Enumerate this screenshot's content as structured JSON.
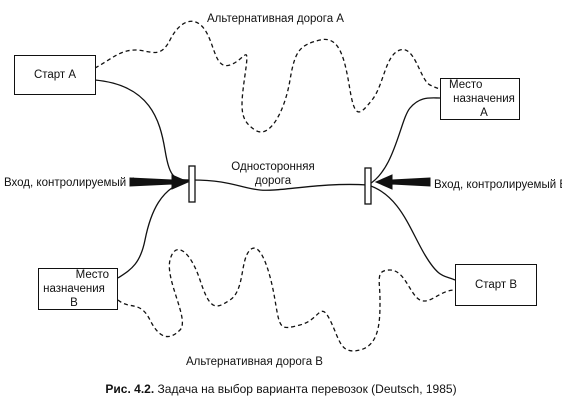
{
  "boxes": {
    "start_a": "Старт A",
    "dest_a_line1": "Место",
    "dest_a_line2": "назначения A",
    "dest_b_line1": "Место",
    "dest_b_line2": "назначения B",
    "start_b": "Старт B"
  },
  "labels": {
    "alt_road_a": "Альтернативная дорога A",
    "alt_road_b": "Альтернативная дорога B",
    "one_way_line1": "Односторонняя",
    "one_way_line2": "дорога",
    "entry_a": "Вход, контролируемый A",
    "entry_b": "Вход, контролируемый B"
  },
  "caption": {
    "prefix": "Рис. 4.2.",
    "text": "Задача на выбор варианта перевозок (Deutsch, 1985)"
  }
}
